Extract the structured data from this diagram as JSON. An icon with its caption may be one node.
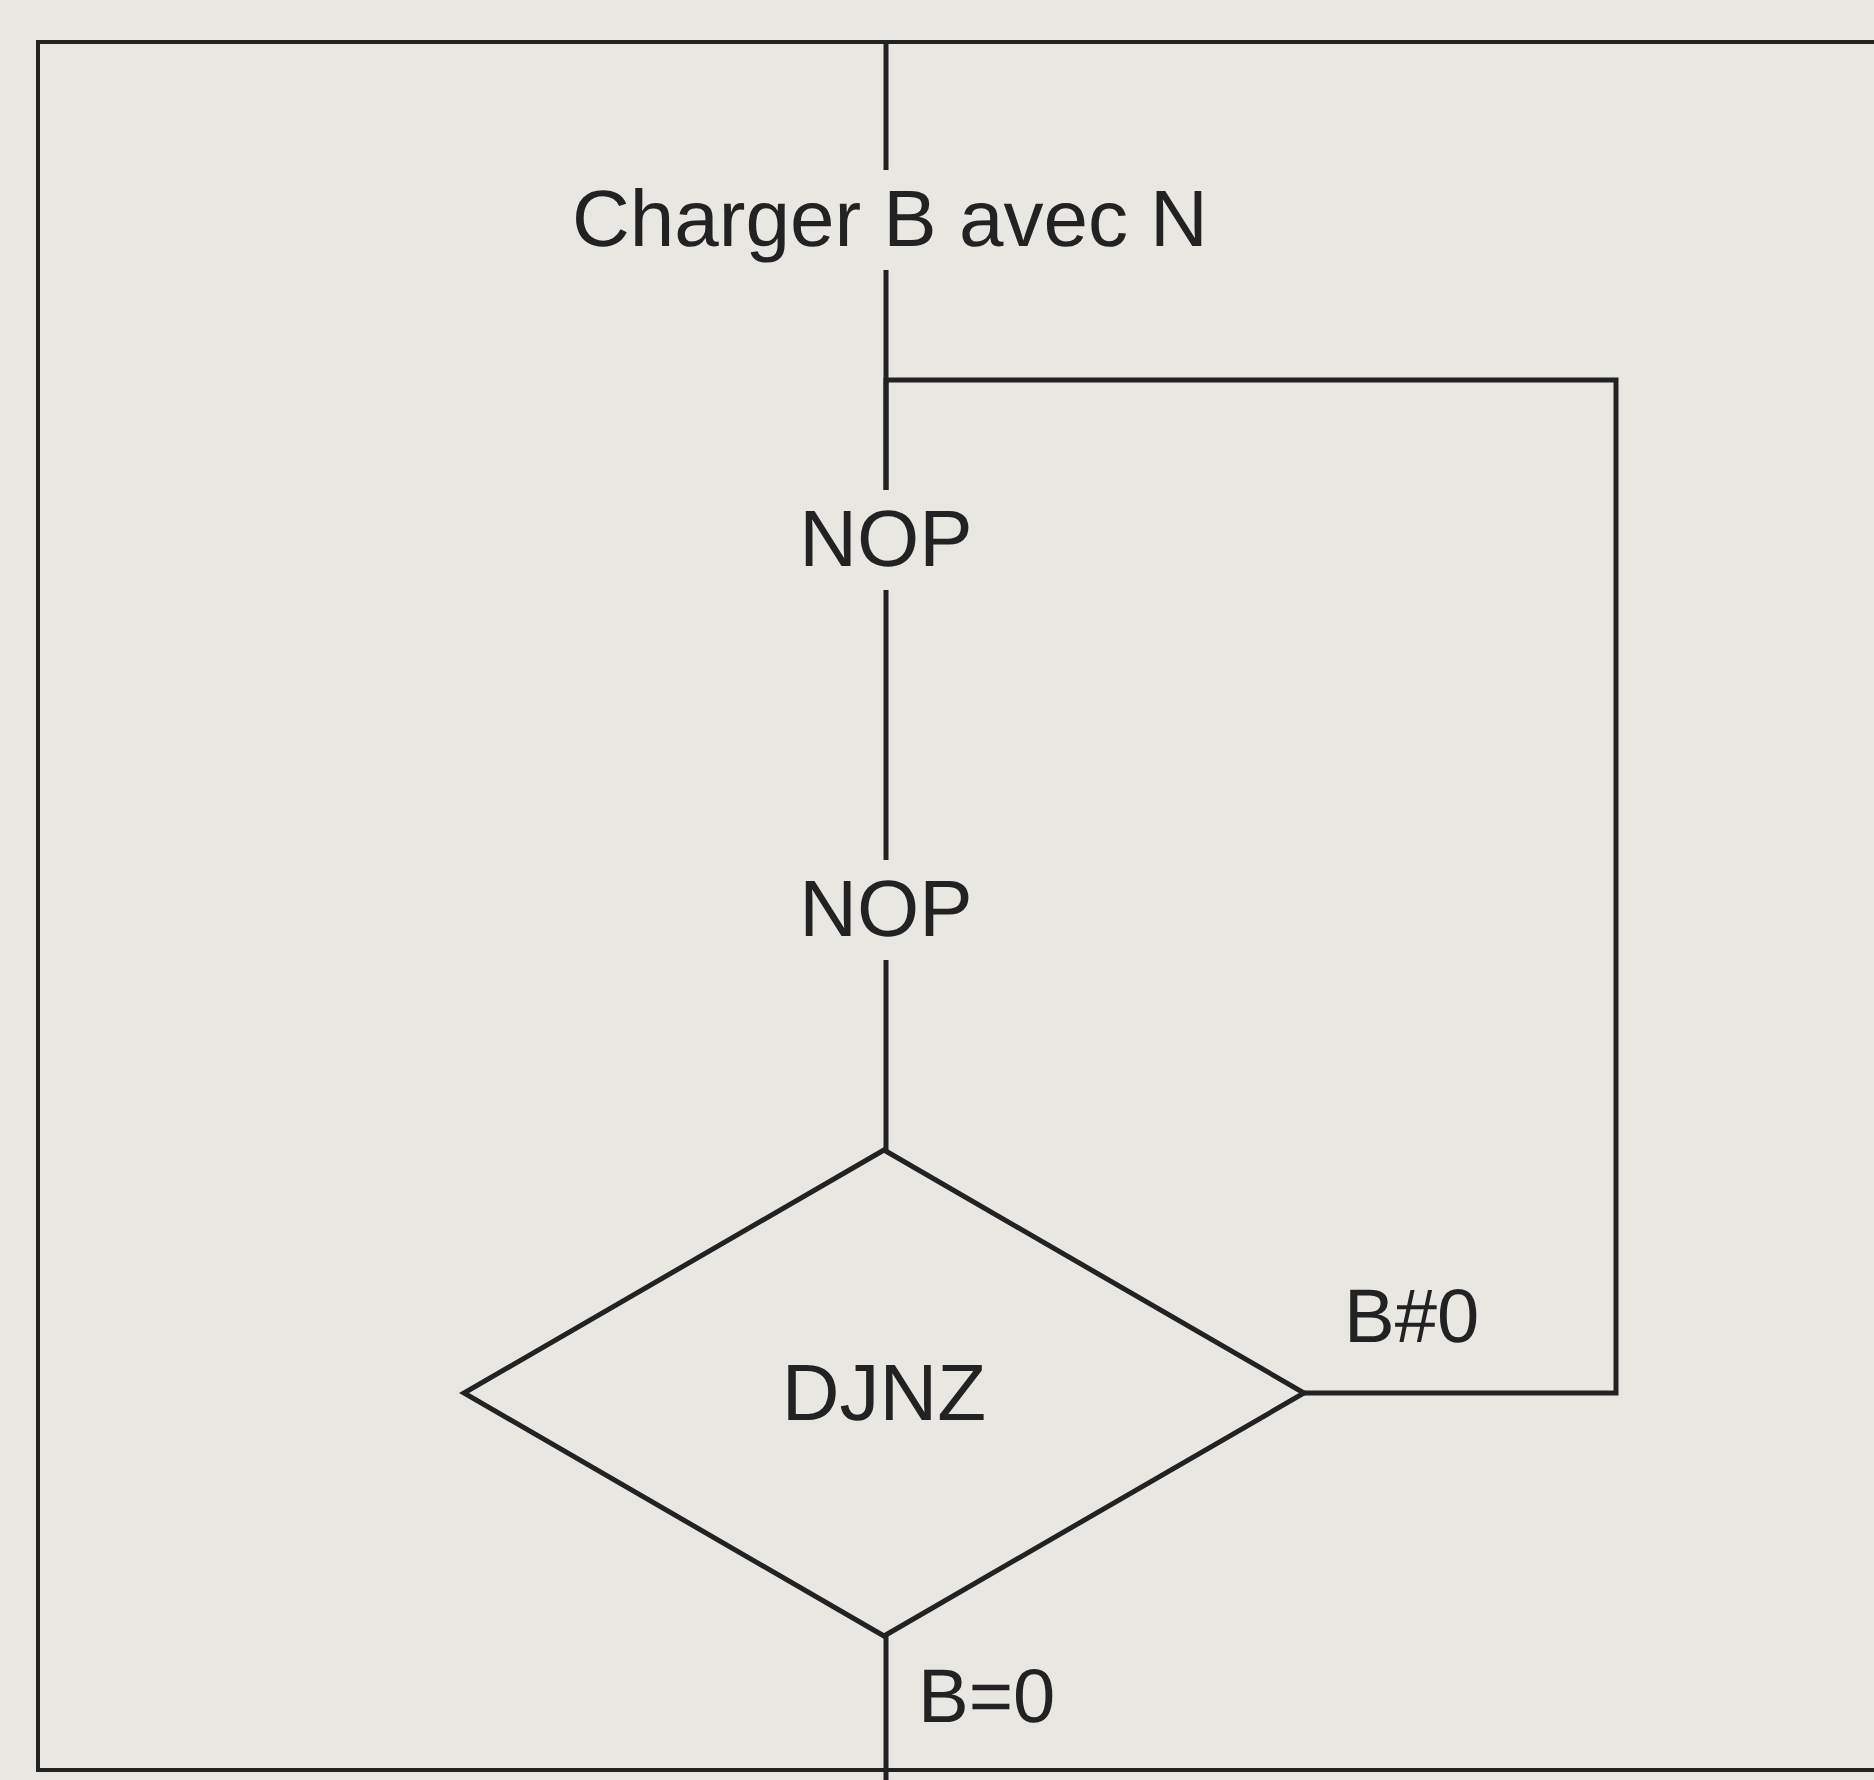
{
  "diagram": {
    "nodes": [
      {
        "text": [
          "Charger B avec N"
        ]
      },
      {
        "text": [
          "NOP"
        ]
      },
      {
        "text": [
          "NOP"
        ]
      },
      {
        "text": [
          "DJNZ"
        ]
      }
    ],
    "edges": [
      {
        "from": null,
        "to": 0,
        "arrow": "none"
      },
      {
        "from": 0,
        "to": 1,
        "arrow": "none"
      },
      {
        "from": 3,
        "to": 1,
        "arrow": "none",
        "label": "B#0"
      },
      {
        "from": 1,
        "to": 2,
        "arrow": "none"
      },
      {
        "from": 2,
        "to": 3,
        "arrow": "none"
      },
      {
        "from": 3,
        "to": null,
        "arrow": "none",
        "label": "B=0"
      }
    ]
  }
}
